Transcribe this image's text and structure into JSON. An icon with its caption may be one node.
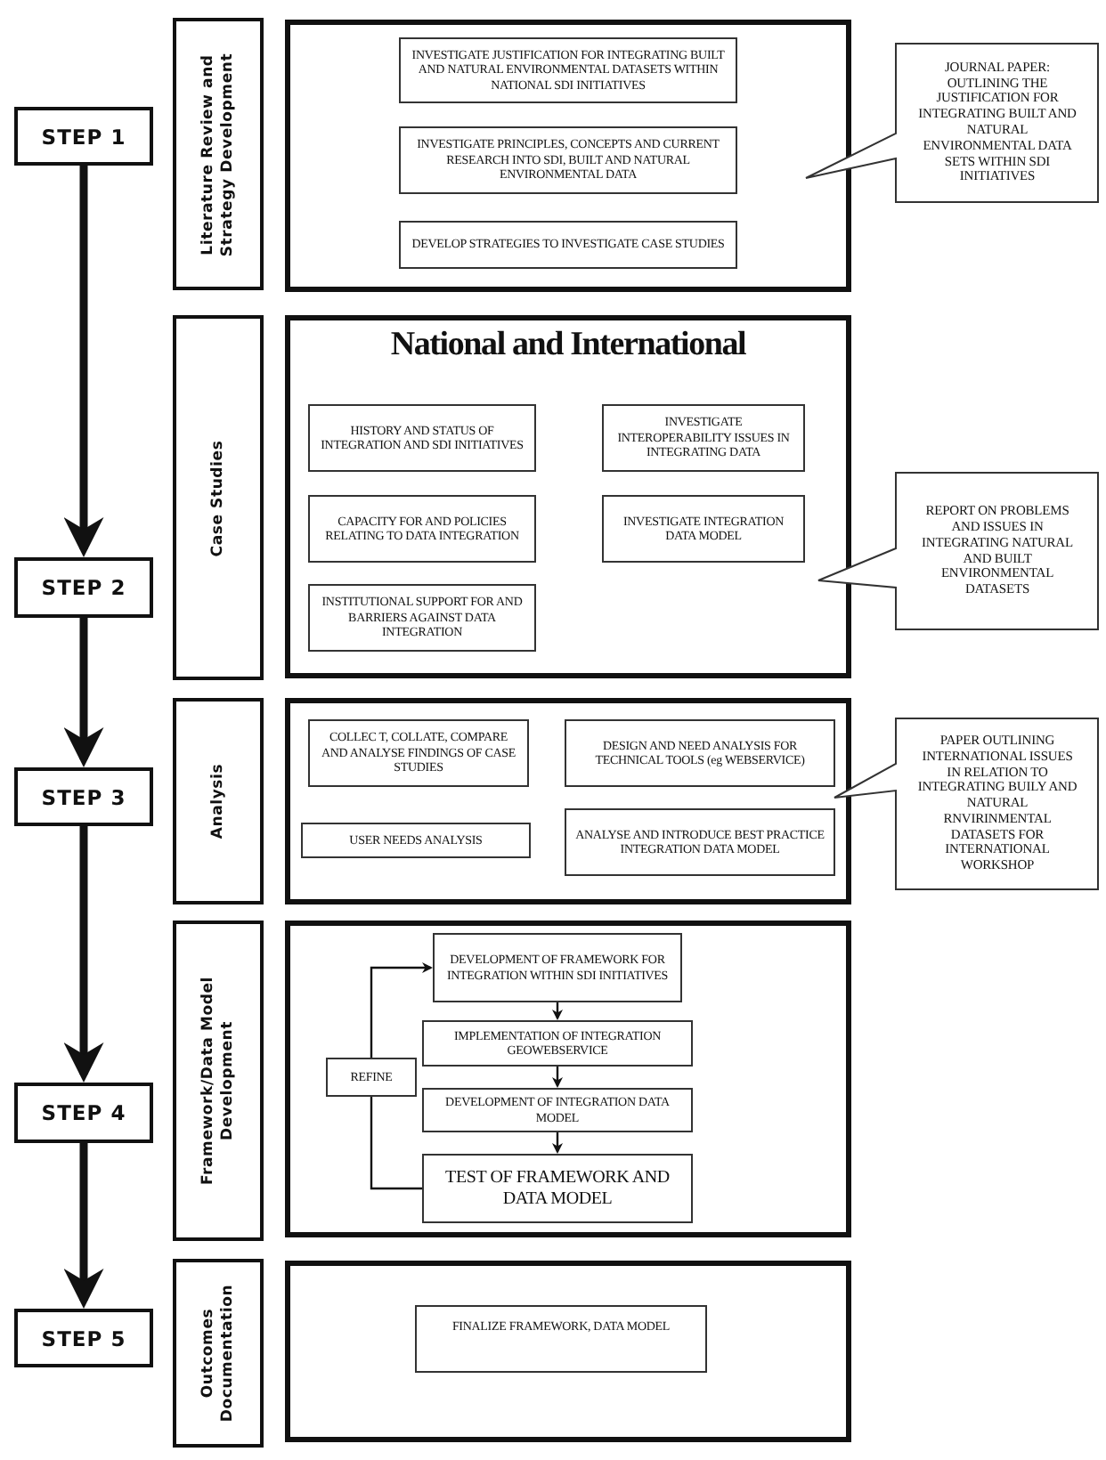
{
  "diagram": {
    "nodes": [
      {
        "text": [
          "STEP 1"
        ]
      },
      {
        "text": [
          "Literature Review and Strategy Development"
        ]
      },
      {
        "text": [],
        "shape": "box"
      },
      {
        "text": [
          "INVESTIGATE JUSTIFICATION FOR INTEGRATING BUILT AND NATURAL ENVIRONMENTAL DATASETS WITHIN NATIONAL SDI INITIATIVES"
        ],
        "in": 2
      },
      {
        "text": [
          "INVESTIGATE PRINCIPLES, CONCEPTS AND CURRENT RESEARCH INTO SDI, BUILT AND NATURAL ENVIRONMENTAL DATA"
        ],
        "in": 2
      },
      {
        "text": [
          "DEVELOP STRATEGIES TO INVESTIGATE CASE STUDIES"
        ],
        "in": 2
      },
      {
        "text": [
          "JOURNAL PAPER: OUTLINING THE JUSTIFICATION FOR INTEGRATING BUILT AND NATURAL ENVIRONMENTAL DATA SETS WITHIN SDI INITIATIVES"
        ]
      },
      {
        "text": [
          "Case Studies"
        ]
      },
      {
        "text": [
          "National and International"
        ]
      },
      {
        "text": [
          "HISTORY AND STATUS OF INTEGRATION AND SDI INITIATIVES"
        ],
        "in": 8
      },
      {
        "text": [
          "INVESTIGATE INTEROPERABILITY ISSUES IN INTEGRATING DATA"
        ],
        "in": 8
      },
      {
        "text": [
          "CAPACITY FOR AND POLICIES RELATING TO DATA INTEGRATION"
        ],
        "in": 8
      },
      {
        "text": [
          "INVESTIGATE INTEGRATION DATA MODEL"
        ],
        "in": 8
      },
      {
        "text": [
          "INSTITUTIONAL SUPPORT FOR AND BARRIERS AGAINST DATA INTEGRATION"
        ],
        "in": 8
      },
      {
        "text": [
          "REPORT ON PROBLEMS AND ISSUES IN INTEGRATING NATURAL AND BUILT ENVIRONMENTAL DATASETS"
        ]
      },
      {
        "text": [
          "STEP 2"
        ]
      },
      {
        "text": [
          "STEP 3"
        ]
      },
      {
        "text": [
          "Analysis"
        ]
      },
      {
        "text": [],
        "shape": "box"
      },
      {
        "text": [
          "COLLEC T, COLLATE, COMPARE AND ANALYSE FINDINGS OF CASE STUDIES"
        ],
        "in": 18
      },
      {
        "text": [
          "DESIGN AND NEED ANALYSIS FOR TECHNICAL TOOLS (eg WEBSERVICE)"
        ],
        "in": 18
      },
      {
        "text": [
          "USER NEEDS ANALYSIS"
        ],
        "in": 18
      },
      {
        "text": [
          "ANALYSE AND INTRODUCE BEST PRACTICE INTEGRATION DATA MODEL"
        ],
        "in": 18
      },
      {
        "text": [
          "PAPER OUTLINING INTERNATIONAL ISSUES IN RELATION TO INTEGRATING BUILY AND NATURAL RNVIRINMENTAL DATASETS FOR INTERNATIONAL WORKSHOP"
        ]
      },
      {
        "text": [
          "Framework/Data Model Development"
        ]
      },
      {
        "text": [],
        "shape": "box"
      },
      {
        "text": [
          "DEVELOPMENT OF FRAMEWORK FOR INTEGRATION WITHIN SDI INITIATIVES"
        ],
        "in": 25
      },
      {
        "text": [
          "REFINE"
        ],
        "in": 25
      },
      {
        "text": [
          "IMPLEMENTATION OF INTEGRATION GEOWEBSERVICE"
        ],
        "in": 25
      },
      {
        "text": [
          "DEVELOPMENT OF INTEGRATION DATA MODEL"
        ],
        "in": 25
      },
      {
        "text": [
          "TEST OF FRAMEWORK AND DATA MODEL"
        ],
        "in": 25
      },
      {
        "text": [
          "STEP 4"
        ]
      },
      {
        "text": [
          "STEP 5"
        ]
      },
      {
        "text": [
          "Outcomes Documentation"
        ]
      },
      {
        "text": [],
        "shape": "box"
      },
      {
        "text": [
          "FINALIZE FRAMEWORK, DATA MODEL"
        ],
        "in": 34
      }
    ],
    "edges": [
      {
        "from": 0,
        "to": 15,
        "arrow": "to",
        "style": "thick"
      },
      {
        "from": 15,
        "to": 16,
        "arrow": "to",
        "style": "thick"
      },
      {
        "from": 16,
        "to": 31,
        "arrow": "to",
        "style": "thick"
      },
      {
        "from": 31,
        "to": 32,
        "arrow": "to",
        "style": "thick"
      },
      {
        "from": 26,
        "to": 28,
        "arrow": "to"
      },
      {
        "from": 28,
        "to": 29,
        "arrow": "to"
      },
      {
        "from": 29,
        "to": 30,
        "arrow": "to"
      },
      {
        "from": 30,
        "to": 27,
        "arrow": "none"
      },
      {
        "from": 27,
        "to": 26,
        "arrow": "to"
      }
    ]
  }
}
